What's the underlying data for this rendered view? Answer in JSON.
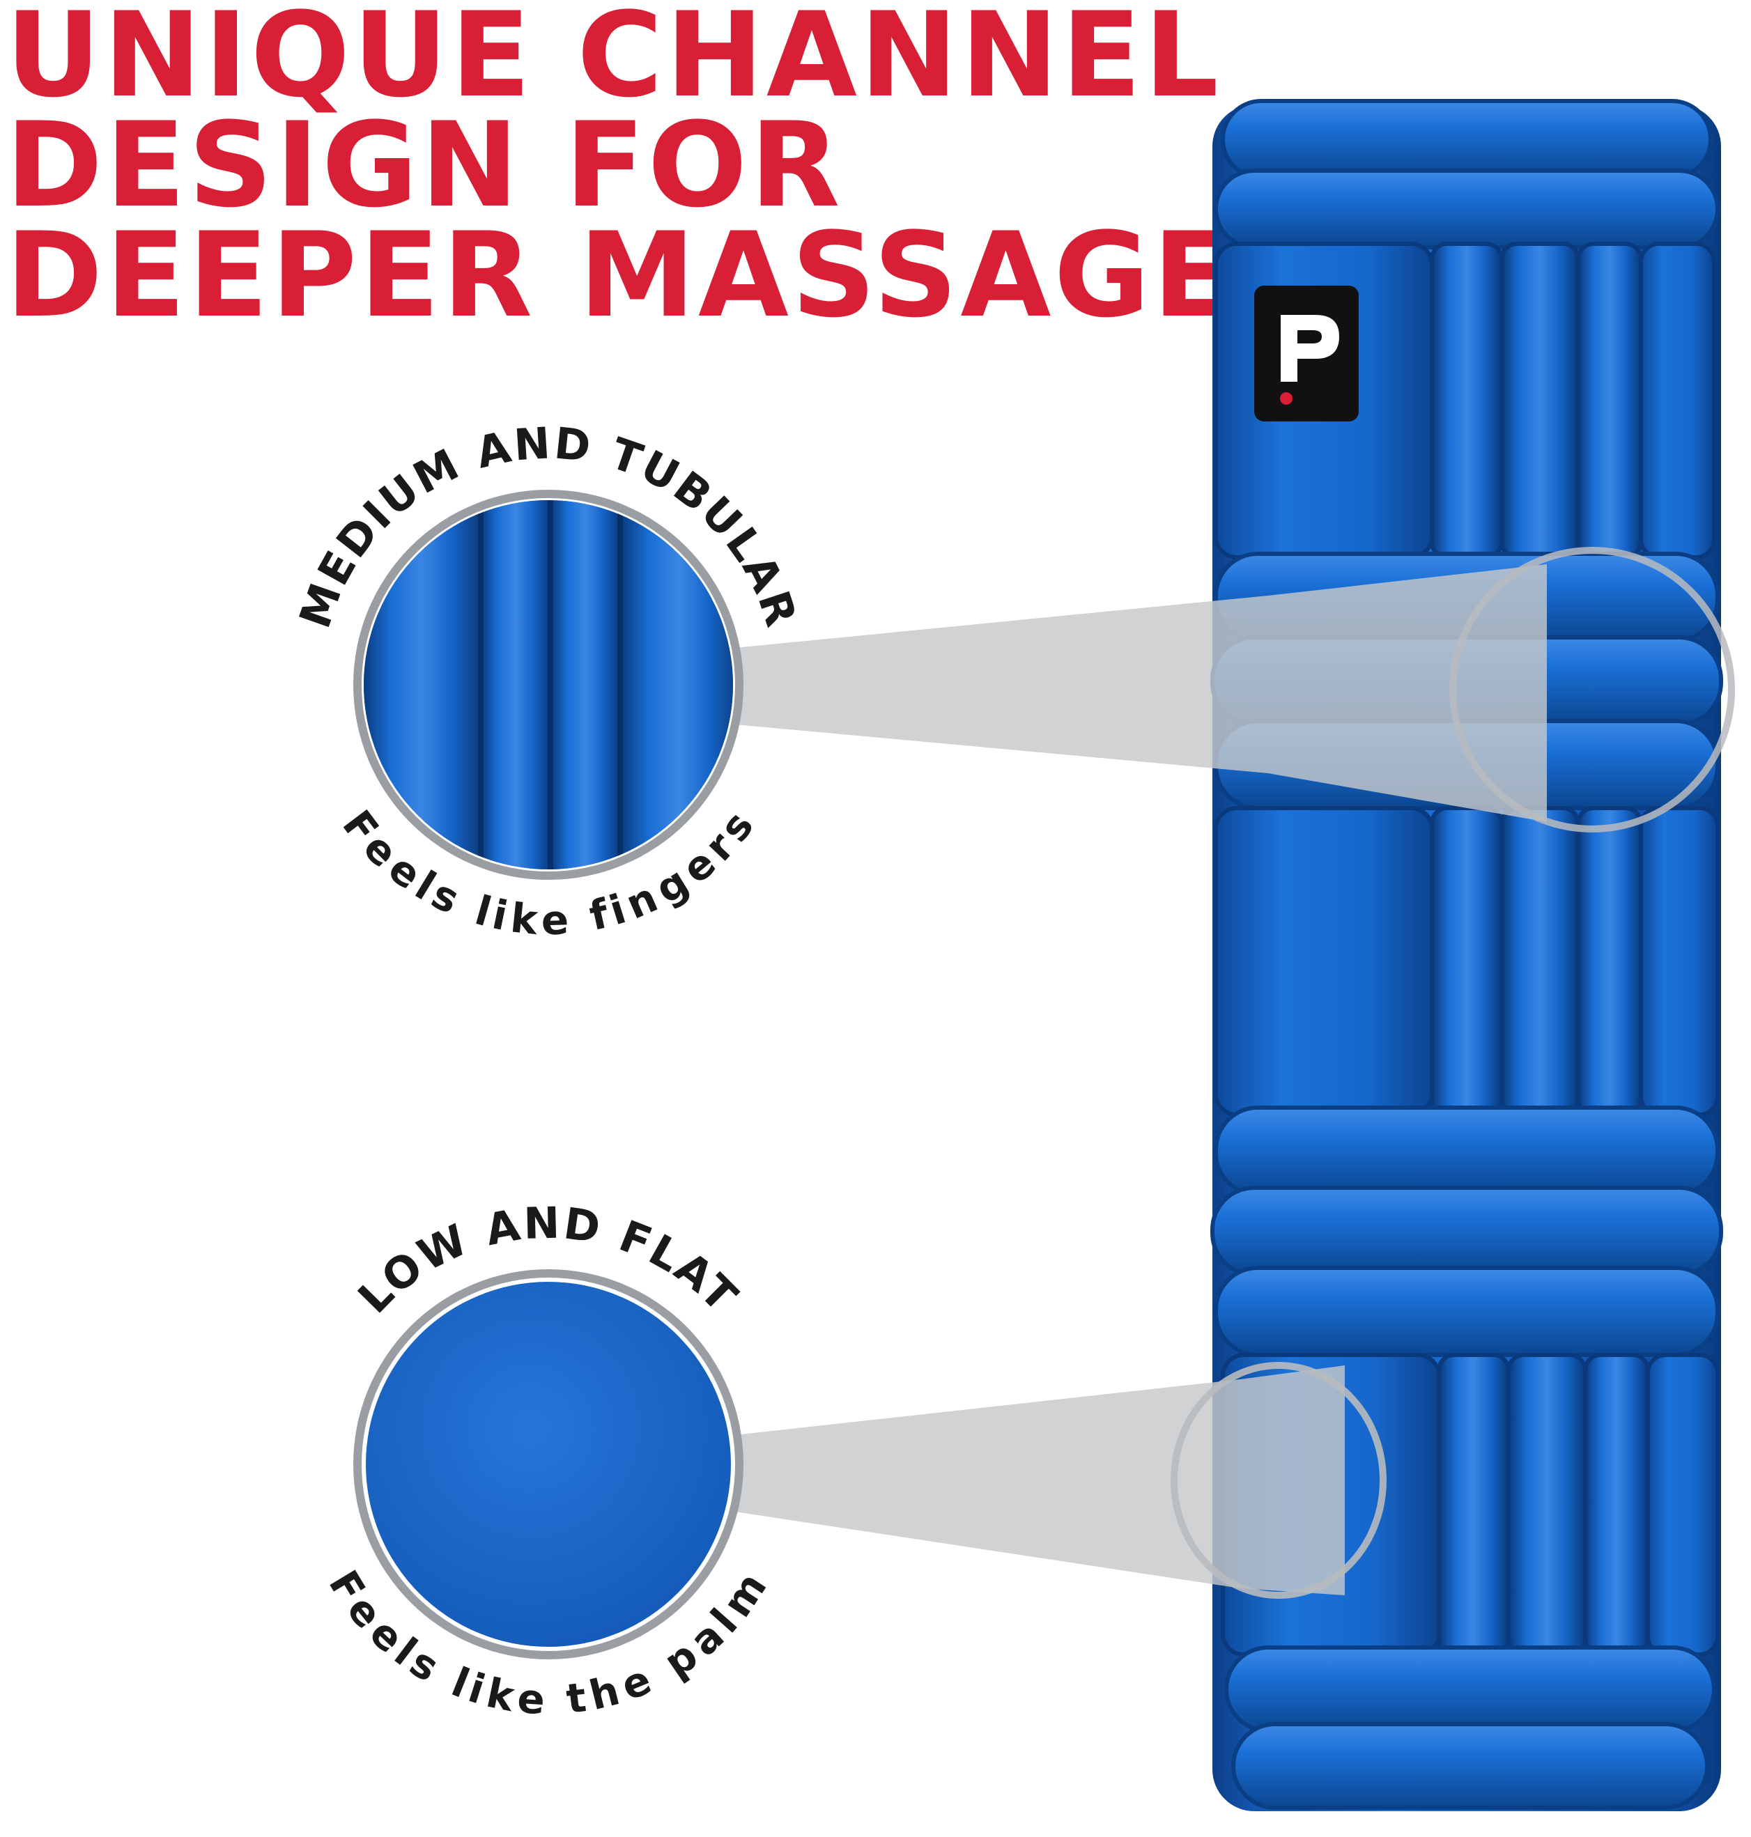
{
  "headline": {
    "line1": "UNIQUE CHANNEL",
    "line2": "DESIGN FOR",
    "line3": "DEEPER MASSAGE"
  },
  "callouts": {
    "top": {
      "title": "MEDIUM AND TUBULAR",
      "subtitle": "Feels like fingers"
    },
    "bottom": {
      "title": "LOW AND FLAT",
      "subtitle": "Feels like the palm"
    }
  },
  "brand": {
    "logo_letter": "P"
  },
  "colors": {
    "headline": "#d81f36",
    "roller_blue": "#1565c8",
    "callout_grey": "#c6c8cb",
    "ring_grey": "#9a9ea3",
    "text_dark": "#1a1a1a"
  },
  "icons": {
    "logo": "brand-logo-p-icon"
  }
}
